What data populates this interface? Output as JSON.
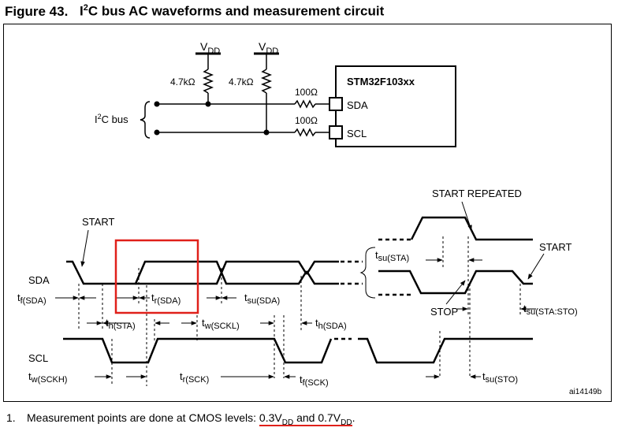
{
  "figure": {
    "number": "Figure 43.",
    "title_pre": "I",
    "title_sup": "2",
    "title_post": "C bus AC waveforms and measurement circuit"
  },
  "circuit": {
    "vdd_main": "V",
    "vdd_sub": "DD",
    "resistor_pullup": "4.7kΩ",
    "resistor_series": "100Ω",
    "bus_pre": "I",
    "bus_sup": "2",
    "bus_post": "C bus",
    "chip": "STM32F103xx",
    "pin_sda": "SDA",
    "pin_scl": "SCL"
  },
  "waveforms": {
    "sda_label": "SDA",
    "scl_label": "SCL",
    "start": "START",
    "start_right": "START",
    "start_repeated": "START REPEATED",
    "stop": "STOP",
    "t": "t",
    "tf_sda_sub": "f(SDA)",
    "th_sta_sub": "h(STA)",
    "tr_sda_sub": "r(SDA)",
    "tw_sckl_sub": "w(SCKL)",
    "tsu_sda_sub": "su(SDA)",
    "th_sda_sub": "h(SDA)",
    "tsu_sta_sub": "su(STA)",
    "tsu_sta_sto_sub": "su(STA:STO)",
    "tw_sckh_sub": "w(SCKH)",
    "tr_sck_sub": "r(SCK)",
    "tf_sck_sub": "f(SCK)",
    "tsu_sto_sub": "su(STO)"
  },
  "ref_code": "ai14149b",
  "highlight_color": "#e0201a",
  "footnote": {
    "num": "1.",
    "text": "Measurement points are done at CMOS levels: ",
    "v1_main": "0.3V",
    "v1_sub": "DD",
    "and": " and ",
    "v2_main": "0.7V",
    "v2_sub": "DD",
    "end": "."
  }
}
